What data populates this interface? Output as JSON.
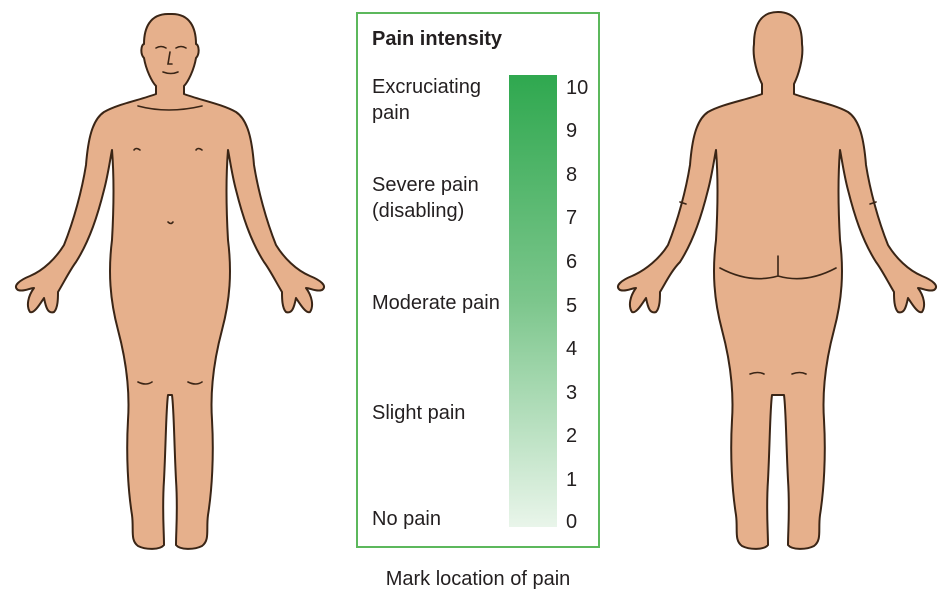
{
  "scale": {
    "title": "Pain intensity",
    "descriptors": [
      "Excruciating pain",
      "Severe pain (disabling)",
      "Moderate pain",
      "Slight pain",
      "No pain"
    ],
    "numbers": [
      "10",
      "9",
      "8",
      "7",
      "6",
      "5",
      "4",
      "3",
      "2",
      "1",
      "0"
    ],
    "accent_color": "#2fa84f",
    "border_color": "#5cb85c"
  },
  "figures": {
    "front": {
      "icon": "human-body-front-icon",
      "skin_color": "#e6b08c",
      "outline_color": "#3a2516"
    },
    "back": {
      "icon": "human-body-back-icon",
      "skin_color": "#e6b08c",
      "outline_color": "#3a2516"
    }
  },
  "caption": "Mark location of pain"
}
